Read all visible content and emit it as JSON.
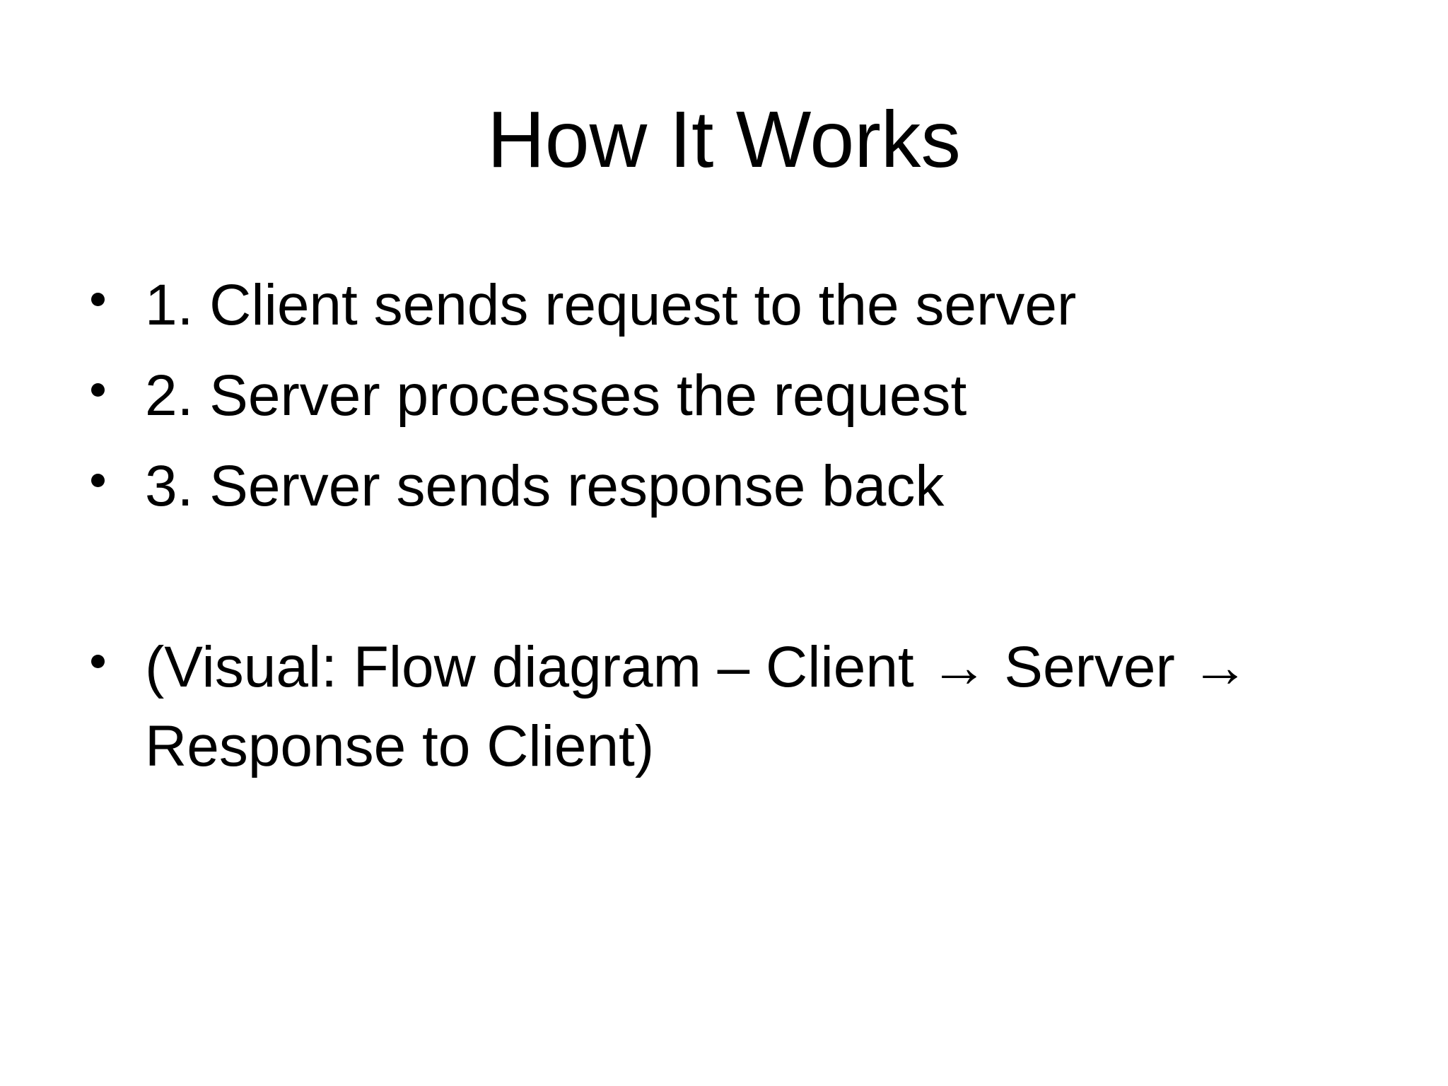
{
  "slide": {
    "title": "How It Works",
    "bullets": [
      "1. Client sends request to the server",
      "2. Server processes the request",
      "3. Server sends response back",
      "(Visual: Flow diagram – Client → Server → Response to Client)"
    ]
  }
}
